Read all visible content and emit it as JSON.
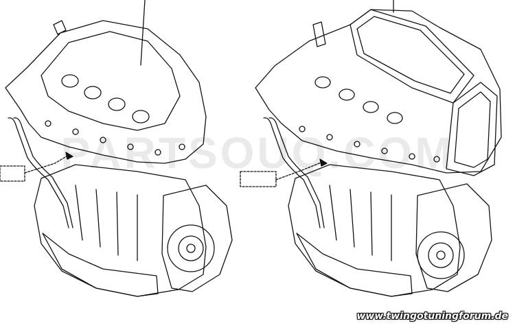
{
  "diagram": {
    "left_engine": "engine-assembly-left",
    "right_engine": "engine-assembly-right",
    "line_color": "#111111",
    "background": "#ffffff"
  },
  "watermark": {
    "text": "PARTSOUQ.COM"
  },
  "footer": {
    "url": "www.twingotuningforum.de"
  }
}
